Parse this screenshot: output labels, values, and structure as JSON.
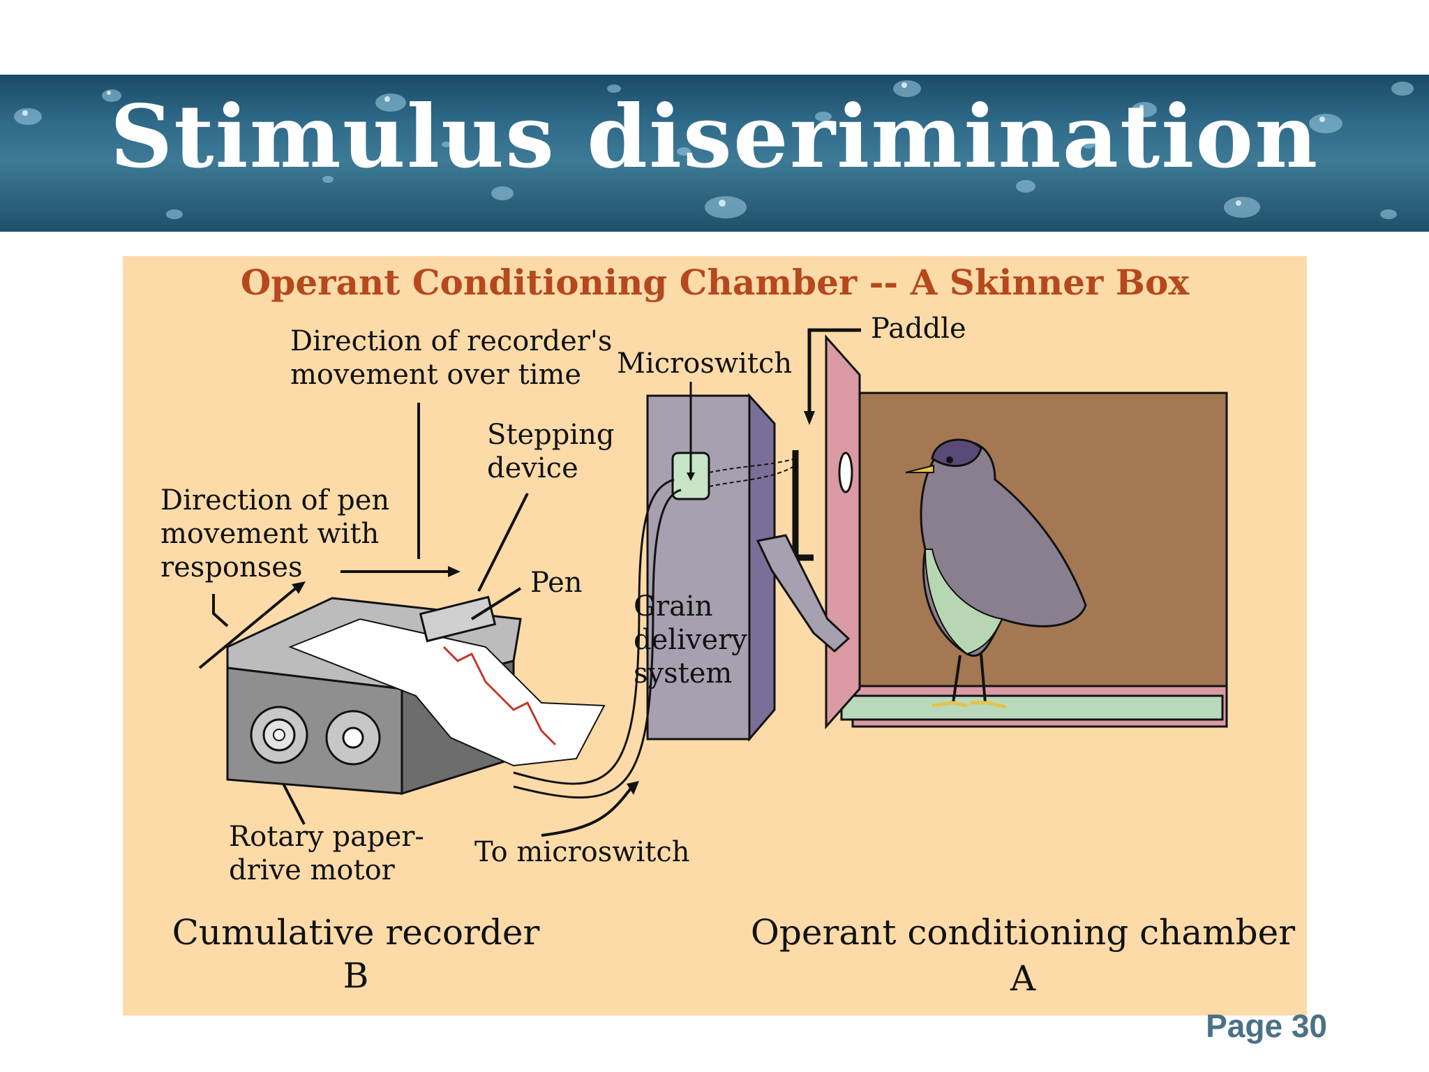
{
  "slide": {
    "title": "Stimulus diserimination",
    "page_label": "Page 30"
  },
  "figure": {
    "heading": "Operant Conditioning Chamber -- A Skinner Box",
    "labels": {
      "direction_recorder": "Direction of recorder's\nmovement over time",
      "microswitch": "Microswitch",
      "paddle": "Paddle",
      "stepping_device": "Stepping\ndevice",
      "direction_pen": "Direction of pen\nmovement with\nresponses",
      "pen": "Pen",
      "grain_delivery": "Grain\ndelivery\nsystem",
      "rotary_motor": "Rotary paper-\ndrive motor",
      "to_microswitch": "To microswitch"
    },
    "sections": {
      "recorder_name": "Cumulative recorder",
      "recorder_letter": "B",
      "chamber_name": "Operant conditioning chamber",
      "chamber_letter": "A"
    }
  },
  "colors": {
    "figure_bg": "#fcdba8",
    "heading": "#b5481c",
    "page_number": "#4a7187",
    "chamber_wall": "#a47852",
    "paddle_panel": "#d99aa4",
    "delivery_box": "#a7a0b0"
  }
}
